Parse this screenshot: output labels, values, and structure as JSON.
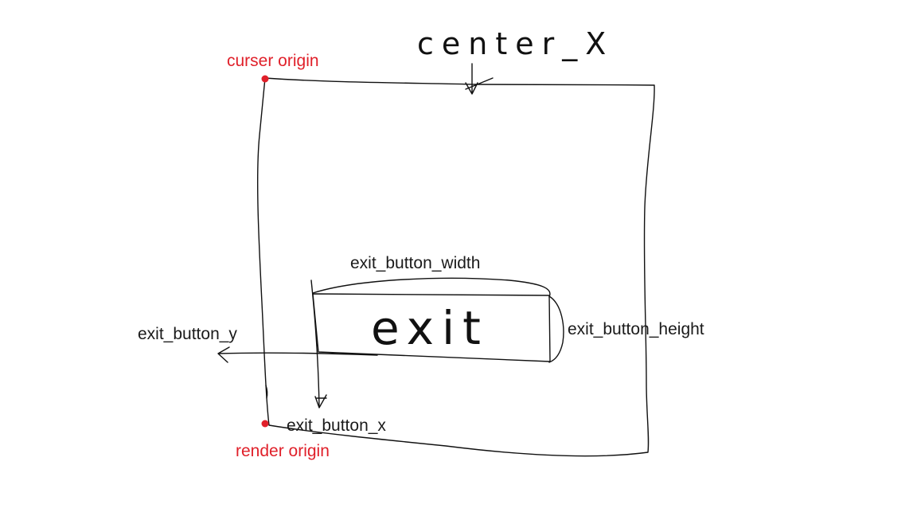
{
  "diagram": {
    "handwritten": {
      "center_x": "center_X",
      "button_text": "exit"
    },
    "labels": {
      "curser_origin": "curser origin",
      "render_origin": "render origin",
      "exit_button_width": "exit_button_width",
      "exit_button_height": "exit_button_height",
      "exit_button_y": "exit_button_y",
      "exit_button_x": "exit_button_x"
    },
    "colors": {
      "ink": "#111111",
      "origin_marker": "#e0202a"
    }
  }
}
